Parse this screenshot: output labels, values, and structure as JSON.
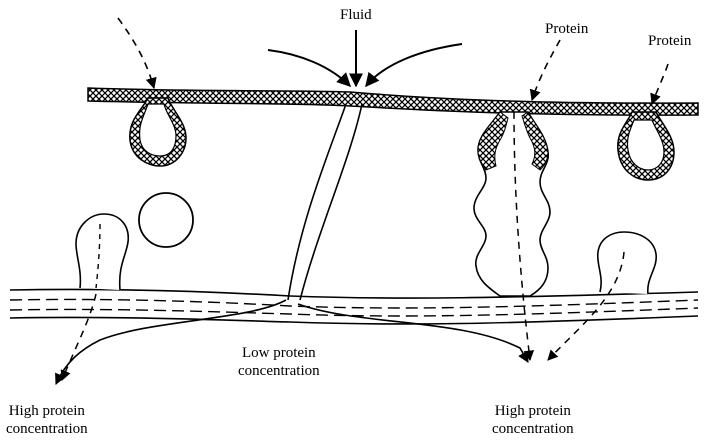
{
  "labels": {
    "fluid": "Fluid",
    "protein_1": "Protein",
    "protein_2": "Protein",
    "low_protein": [
      "Low protein",
      "concentration"
    ],
    "high_protein_left": [
      "High protein",
      "concentration"
    ],
    "high_protein_right": [
      "High protein",
      "concentration"
    ]
  }
}
